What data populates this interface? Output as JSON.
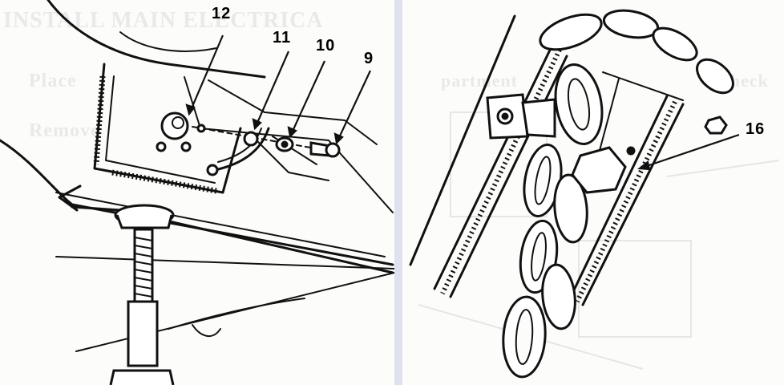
{
  "left_panel": {
    "bleed_text": {
      "heading": "INSTALL MAIN ELECTRICA",
      "line_1": "Place",
      "line_2": "Remove"
    },
    "callouts": [
      "12",
      "11",
      "10",
      "9"
    ]
  },
  "right_panel": {
    "bleed_text": {
      "line_1": "partment",
      "line_2": "Check"
    },
    "callouts": [
      "16"
    ]
  }
}
